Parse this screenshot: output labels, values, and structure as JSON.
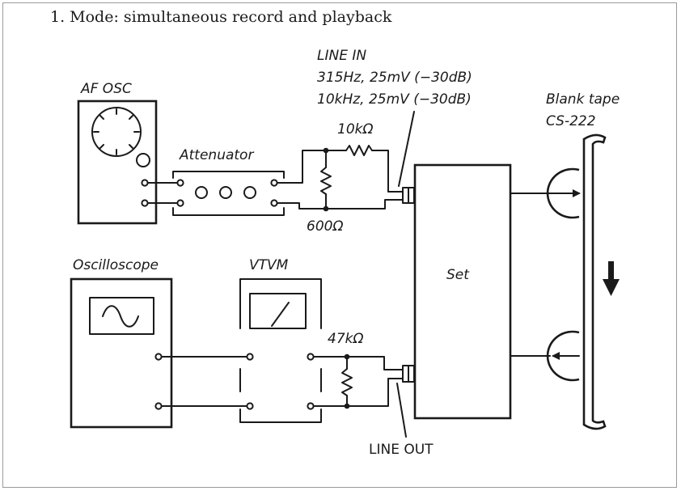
{
  "title": "1.   Mode: simultaneous record and playback",
  "labels": {
    "af_osc": "AF OSC",
    "attenuator": "Attenuator",
    "line_in": "LINE IN",
    "line_in_spec_1": "315Hz, 25mV (−30dB)",
    "line_in_spec_2": "10kHz, 25mV (−30dB)",
    "r_series": "10kΩ",
    "r_shunt": "600Ω",
    "blank_tape": "Blank tape",
    "tape_model": "CS-222",
    "oscilloscope": "Oscilloscope",
    "vtvm": "VTVM",
    "r_load": "47kΩ",
    "set": "Set",
    "line_out": "LINE OUT"
  }
}
